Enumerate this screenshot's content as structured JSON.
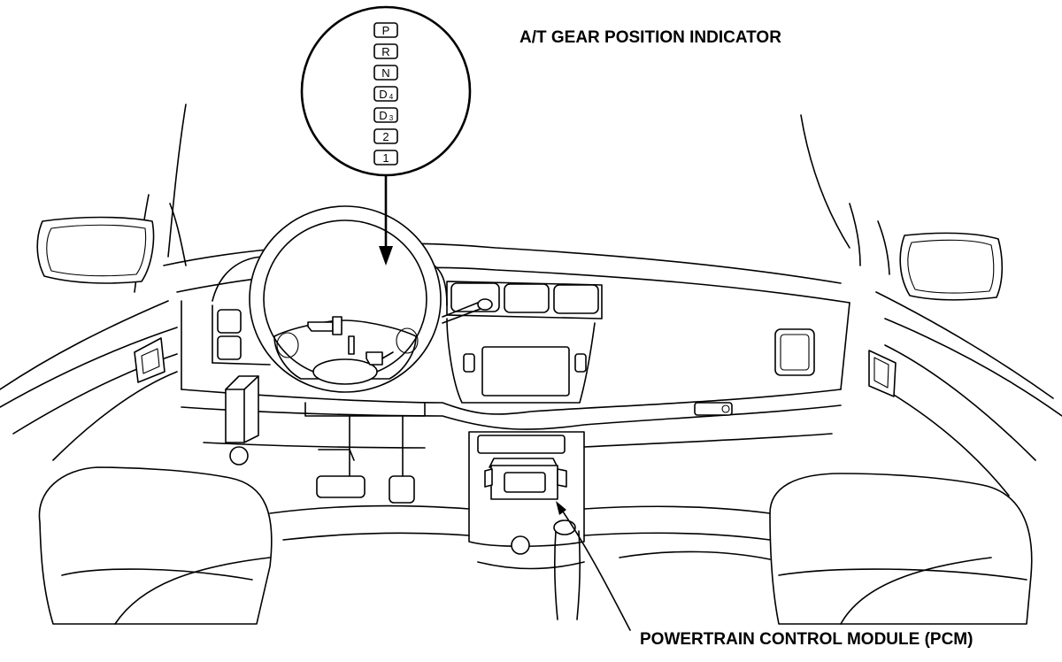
{
  "labels": {
    "gear_indicator": "A/T GEAR POSITION INDICATOR",
    "pcm": "POWERTRAIN CONTROL MODULE (PCM)"
  },
  "gear_positions": [
    {
      "main": "P",
      "sub": ""
    },
    {
      "main": "R",
      "sub": ""
    },
    {
      "main": "N",
      "sub": ""
    },
    {
      "main": "D",
      "sub": "4"
    },
    {
      "main": "D",
      "sub": "3"
    },
    {
      "main": "2",
      "sub": ""
    },
    {
      "main": "1",
      "sub": ""
    }
  ]
}
